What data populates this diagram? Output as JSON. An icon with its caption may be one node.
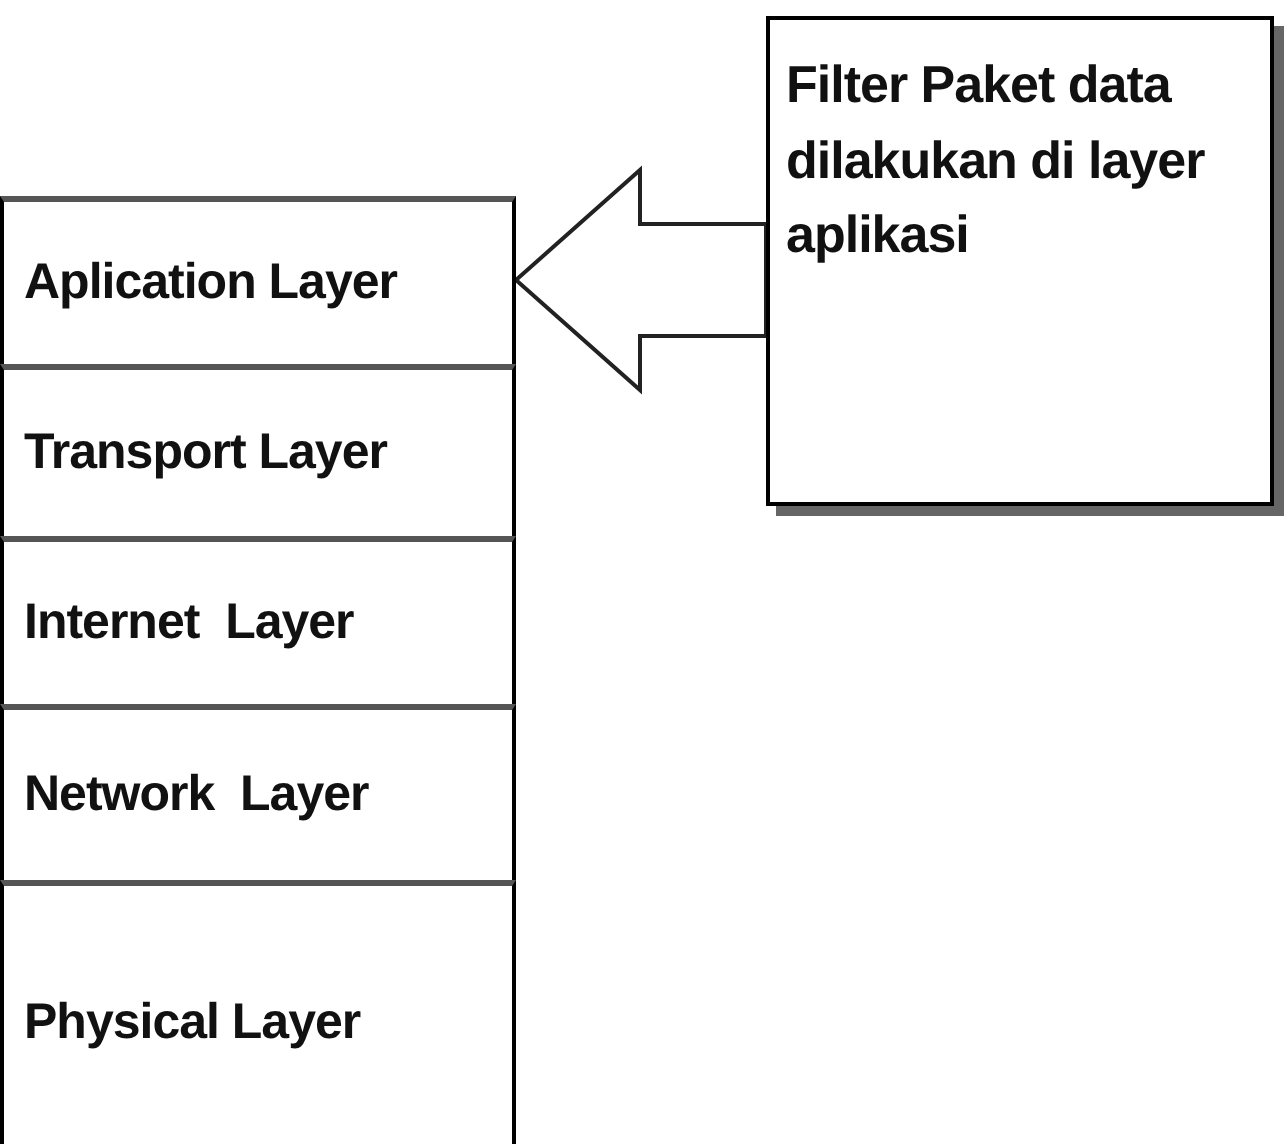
{
  "diagram": {
    "nodes": [
      {
        "text": [
          "Aplication Layer"
        ]
      },
      {
        "text": [
          "Transport Layer"
        ]
      },
      {
        "text": [
          "Internet  Layer"
        ]
      },
      {
        "text": [
          "Network  Layer"
        ]
      },
      {
        "text": [
          "Physical Layer"
        ]
      },
      {
        "text": [
          "Filter Paket data dilakukan di layer aplikasi"
        ]
      }
    ],
    "edges": [
      {
        "from": 5,
        "to": 0,
        "arrow": "to"
      }
    ]
  }
}
